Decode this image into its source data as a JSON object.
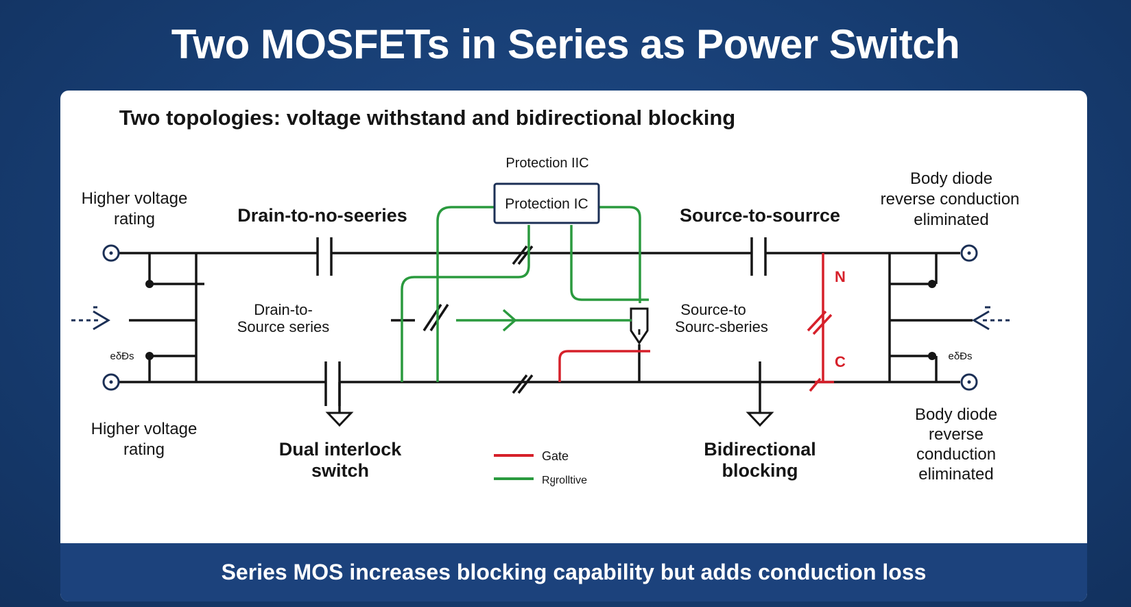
{
  "page": {
    "title": "Two MOSFETs in Series as Power Switch",
    "subtitle": "Two topologies: voltage withstand and bidirectional blocking",
    "footer": "Series MOS increases blocking capability but adds conduction loss"
  },
  "colors": {
    "background": "#173d72",
    "footer_band": "#1c427c",
    "wire": "#151515",
    "gate_wire": "#d6202a",
    "green_wire": "#2a9a3e",
    "ic_border": "#1b2f55"
  },
  "labels": {
    "left_top_rating": [
      "Higher voltage",
      "rating"
    ],
    "left_bottom_rating": [
      "Higher voltage",
      "rating"
    ],
    "drain_series_heading": "Drain-to-no-seeries",
    "drain_source_series": [
      "Drain-to-",
      "Source series"
    ],
    "protection_ic_caption": "Protection IIC",
    "protection_ic_box": "Protection IC",
    "source_heading": "Source-to-sourrce",
    "source_series": [
      "Source-to",
      "Sourc-sberies"
    ],
    "right_top_diode": [
      "Body diode",
      "reverse conduction",
      "eliminated"
    ],
    "right_bottom_diode": [
      "Body diode",
      "reverse",
      "conduction",
      "eliminated"
    ],
    "dual_interlock": [
      "Dual interlock",
      "switch"
    ],
    "bidirectional": [
      "Bidirectional",
      "blocking"
    ],
    "left_small": "eδĐs",
    "right_small": "eδĐs",
    "marker_n": "N",
    "marker_c": "C"
  },
  "legend": [
    {
      "label": "Gate",
      "color": "#d6202a"
    },
    {
      "label": "Rყrolltive",
      "color": "#2a9a3e"
    }
  ]
}
